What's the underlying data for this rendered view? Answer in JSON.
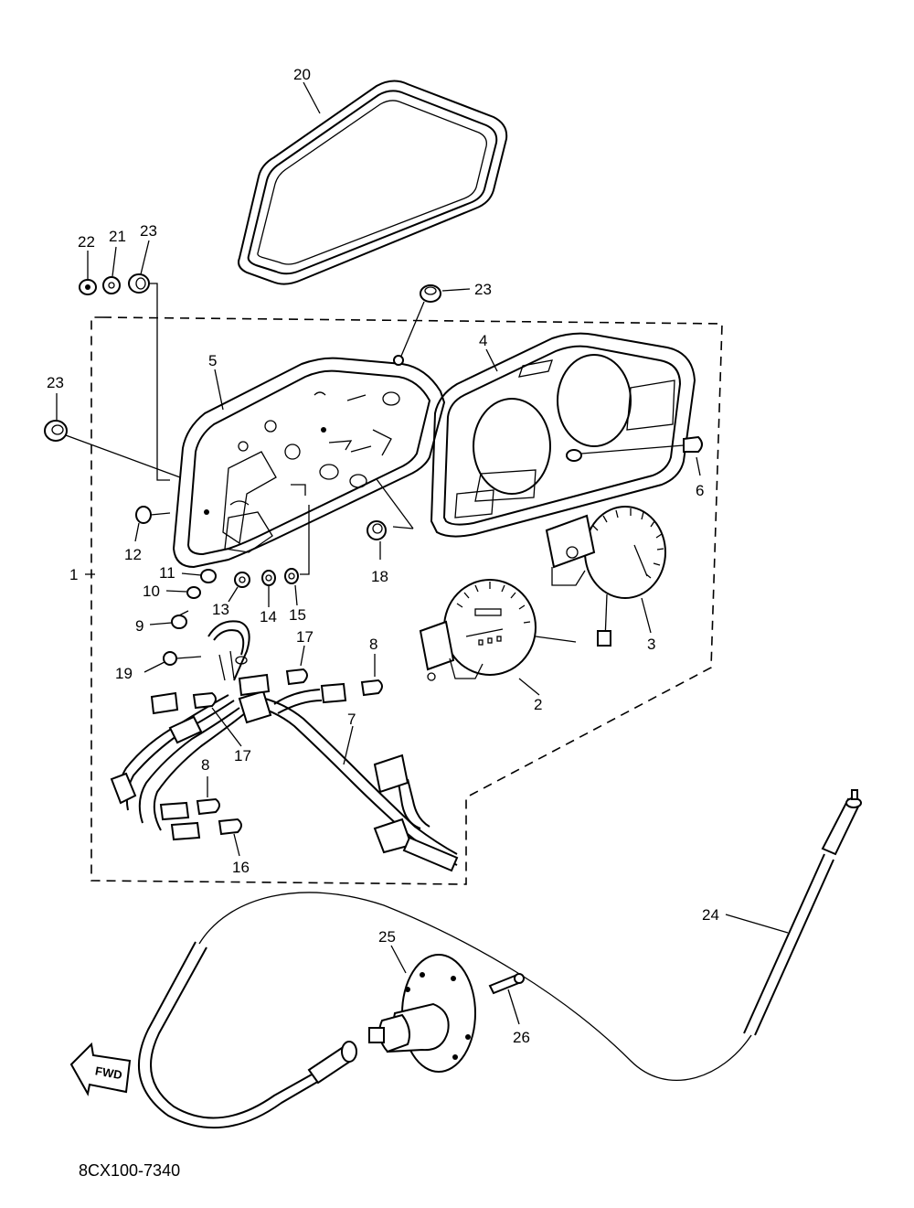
{
  "callouts": {
    "c1": "1",
    "c2": "2",
    "c3": "3",
    "c4": "4",
    "c5": "5",
    "c6": "6",
    "c7": "7",
    "c8a": "8",
    "c8b": "8",
    "c9": "9",
    "c10": "10",
    "c11": "11",
    "c12": "12",
    "c13": "13",
    "c14": "14",
    "c15": "15",
    "c16": "16",
    "c17a": "17",
    "c17b": "17",
    "c18": "18",
    "c19": "19",
    "c20": "20",
    "c21": "21",
    "c22": "22",
    "c23a": "23",
    "c23b": "23",
    "c23c": "23",
    "c24": "24",
    "c25": "25",
    "c26": "26"
  },
  "fwd_label": "FWD",
  "diagram_code": "8CX100-7340"
}
